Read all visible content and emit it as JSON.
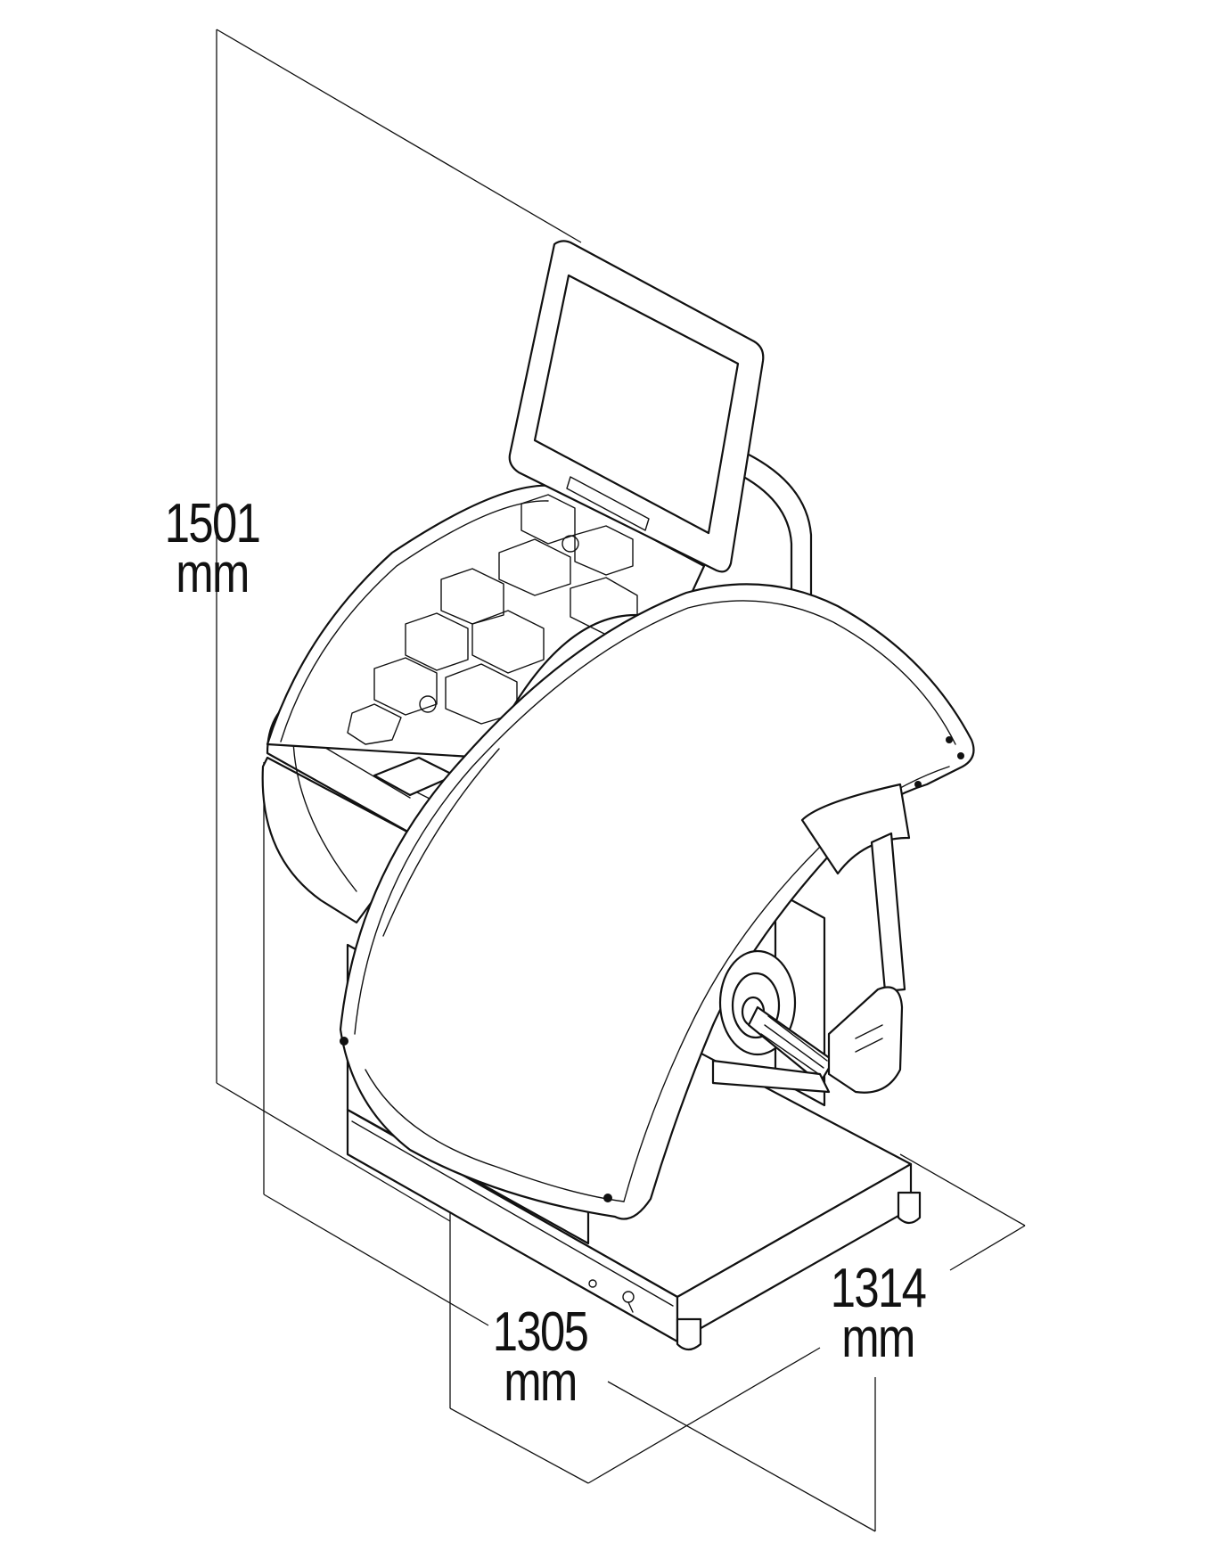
{
  "dimensions": {
    "height": {
      "value": "1501",
      "unit": "mm"
    },
    "depth": {
      "value": "1305",
      "unit": "mm"
    },
    "width": {
      "value": "1314",
      "unit": "mm"
    }
  },
  "colors": {
    "line": "#111111",
    "background": "#ffffff"
  }
}
